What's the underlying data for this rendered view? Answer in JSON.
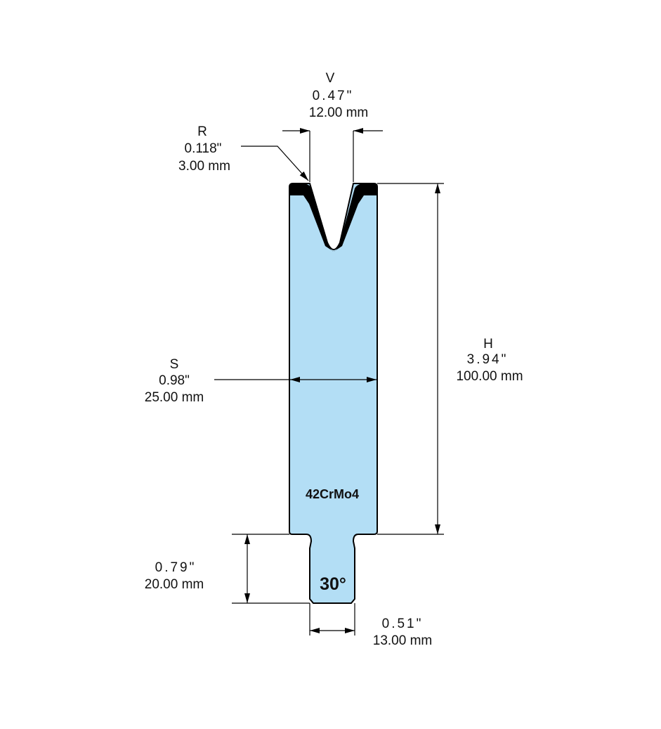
{
  "material": "42CrMo4",
  "angle": "30°",
  "dimensions": {
    "V": {
      "label": "V",
      "inch": "0.47\"",
      "mm": "12.00 mm"
    },
    "R": {
      "label": "R",
      "inch": "0.118\"",
      "mm": "3.00 mm"
    },
    "H": {
      "label": "H",
      "inch": "3.94\"",
      "mm": "100.00 mm"
    },
    "S": {
      "label": "S",
      "inch": "0.98\"",
      "mm": "25.00 mm"
    },
    "tang_height": {
      "inch": "0.79\"",
      "mm": "20.00 mm"
    },
    "tang_width": {
      "inch": "0.51\"",
      "mm": "13.00 mm"
    }
  },
  "colors": {
    "body": "#b3def5",
    "hardened": "#000000",
    "line": "#000000"
  }
}
